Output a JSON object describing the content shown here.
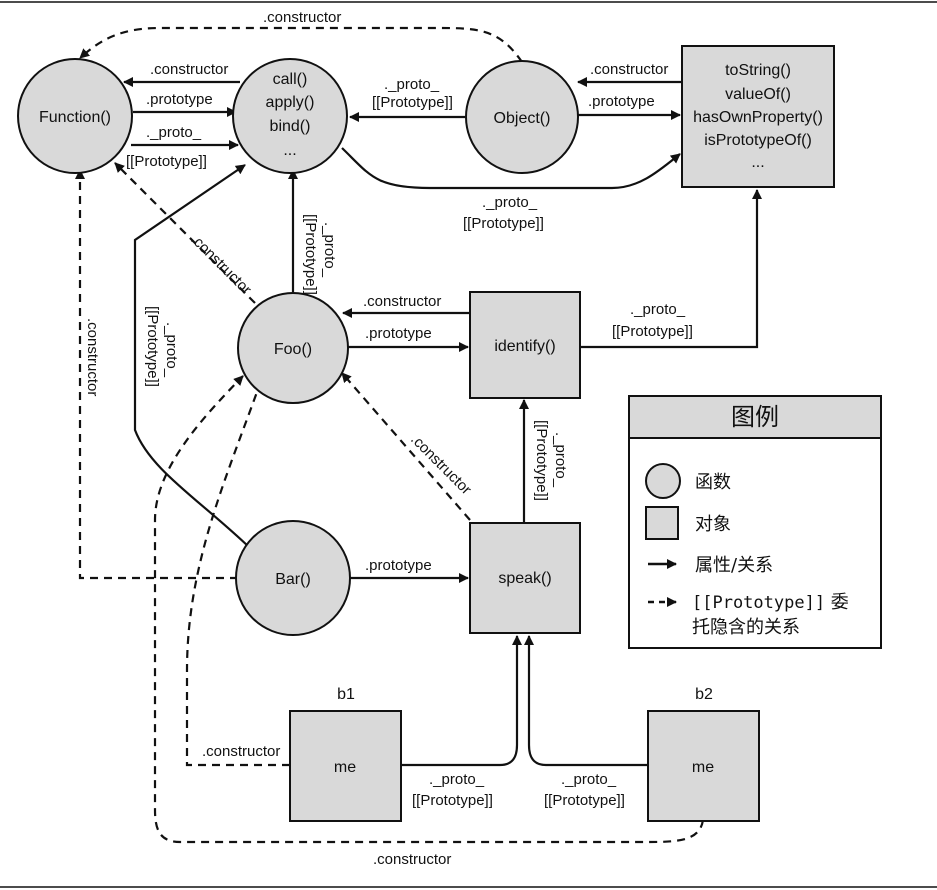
{
  "nodes": {
    "function": "Function()",
    "function_proto": [
      "call()",
      "apply()",
      "bind()",
      "..."
    ],
    "object": "Object()",
    "object_proto": [
      "toString()",
      "valueOf()",
      "hasOwnProperty()",
      "isPrototypeOf()",
      "..."
    ],
    "foo": "Foo()",
    "identify": "identify()",
    "bar": "Bar()",
    "speak": "speak()",
    "b1_label": "b1",
    "b1_me": "me",
    "b2_label": "b2",
    "b2_me": "me"
  },
  "edge_labels": {
    "constructor": ".constructor",
    "prototype": ".prototype",
    "proto": "._proto_",
    "proto_bracket": "[[Prototype]]"
  },
  "legend": {
    "title": "图例",
    "function_item": "函数",
    "object_item": "对象",
    "property_item": "属性/关系",
    "delegate_item_mono": "[[Prototype]]",
    "delegate_item_tail": " 委",
    "delegate_item_line2": "托隐含的关系"
  },
  "colors": {
    "node_fill": "#d9d9d9",
    "stroke": "#111111",
    "legend_header": "#d9d9d9"
  }
}
